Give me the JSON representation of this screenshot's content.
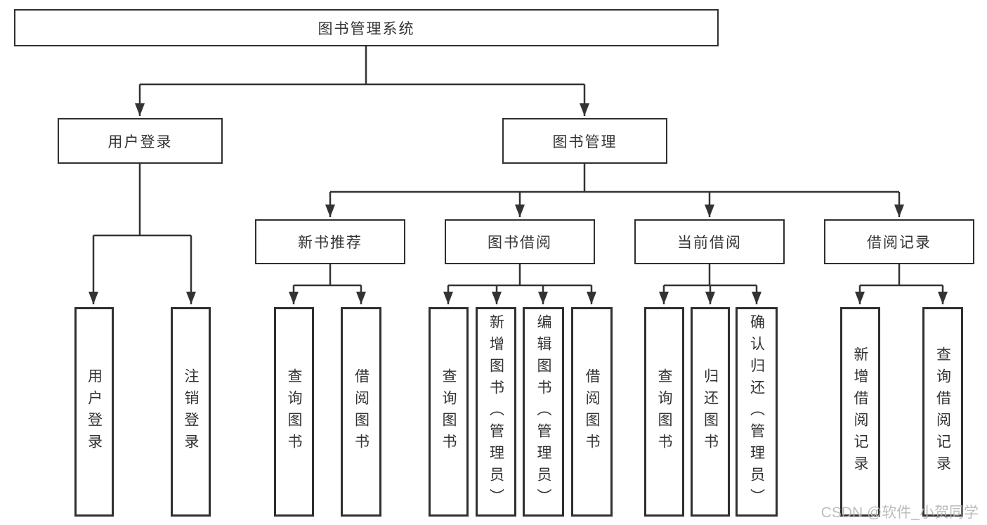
{
  "diagram": {
    "root": {
      "label": "图书管理系统"
    },
    "level2": [
      {
        "label": "用户登录"
      },
      {
        "label": "图书管理"
      }
    ],
    "level3": [
      {
        "label": "新书推荐"
      },
      {
        "label": "图书借阅"
      },
      {
        "label": "当前借阅"
      },
      {
        "label": "借阅记录"
      }
    ],
    "leaf_groups": [
      {
        "items": [
          {
            "label": "用户登录"
          },
          {
            "label": "注销登录"
          }
        ]
      },
      {
        "items": [
          {
            "label": "查询图书"
          },
          {
            "label": "借阅图书"
          }
        ]
      },
      {
        "items": [
          {
            "label": "查询图书"
          },
          {
            "label": "新增图书（管理员）"
          },
          {
            "label": "编辑图书（管理员）"
          },
          {
            "label": "借阅图书"
          }
        ]
      },
      {
        "items": [
          {
            "label": "查询图书"
          },
          {
            "label": "归还图书"
          },
          {
            "label": "确认归还（管理员）"
          }
        ]
      },
      {
        "items": [
          {
            "label": "新增借阅记录"
          },
          {
            "label": "查询借阅记录"
          }
        ]
      }
    ]
  },
  "watermark": {
    "text": "CSDN @软件_小贺同学"
  },
  "colors": {
    "line": "#333333",
    "box_border": "#2f2f2f",
    "text": "#333333",
    "watermark": "#b5b5b5",
    "background": "#ffffff"
  }
}
